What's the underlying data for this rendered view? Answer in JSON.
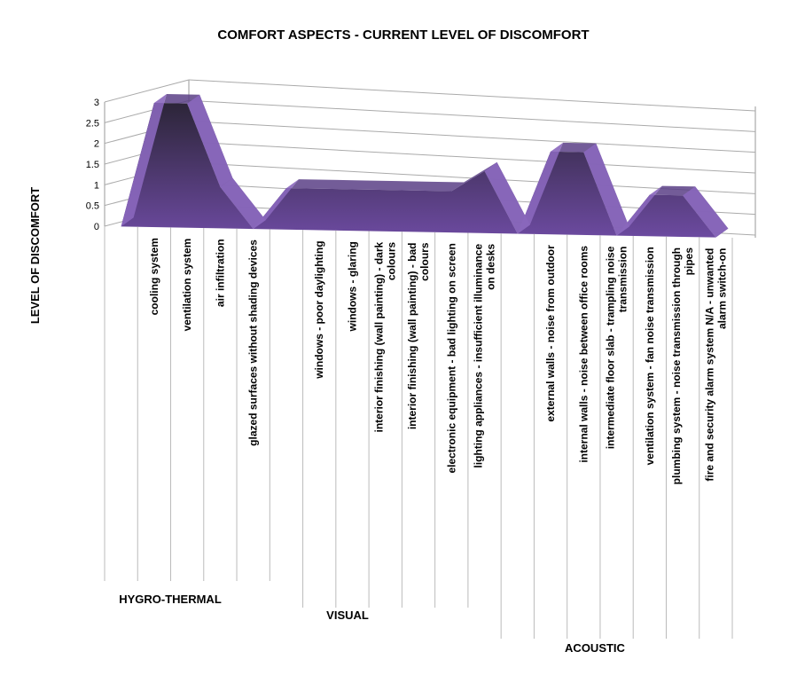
{
  "chart_data": {
    "type": "area",
    "view": "3d",
    "title": "COMFORT ASPECTS   - CURRENT LEVEL  OF  DISCOMFORT",
    "ylabel": "LEVEL OF DISCOMFORT",
    "xlabel": "",
    "ylim": [
      0,
      3
    ],
    "yticks": [
      "0",
      "0.5",
      "1",
      "1.5",
      "2",
      "2.5",
      "3"
    ],
    "grid": true,
    "legend": "none",
    "categories": [
      "",
      "cooling system",
      "ventilation system",
      "air infiltration",
      "glazed surfaces without shading devices",
      "",
      "windows - poor daylighting",
      "windows - glaring",
      "interior finishing  (wall painting)  -  dark colours",
      "interior finishing  (wall painting)  -  bad colours",
      "electronic equipment - bad lighting on screen",
      "lighting appliances - insufficient illuminance on desks",
      "",
      "external walls - noise from outdoor",
      "internal walls - noise between office rooms",
      "intermediate floor slab - trampling noise transmission",
      "ventilation system - fan noise transmission",
      "plumbing system - noise transmission through pipes",
      "fire and security alarm system N/A - unwanted alarm switch-on"
    ],
    "values": [
      0,
      3,
      3,
      1,
      0,
      1,
      1,
      1,
      1,
      1,
      1,
      1.5,
      0,
      2,
      2,
      0,
      1,
      1,
      0
    ],
    "groups": [
      {
        "label": "HYGRO-THERMAL",
        "from": 1,
        "to": 4
      },
      {
        "label": "VISUAL",
        "from": 6,
        "to": 11
      },
      {
        "label": "ACOUSTIC",
        "from": 13,
        "to": 18
      }
    ],
    "colors": {
      "top": "#2c2538",
      "bottom": "#6c4aa0",
      "side": "#8a67bd",
      "back": "#5a3f86"
    }
  }
}
